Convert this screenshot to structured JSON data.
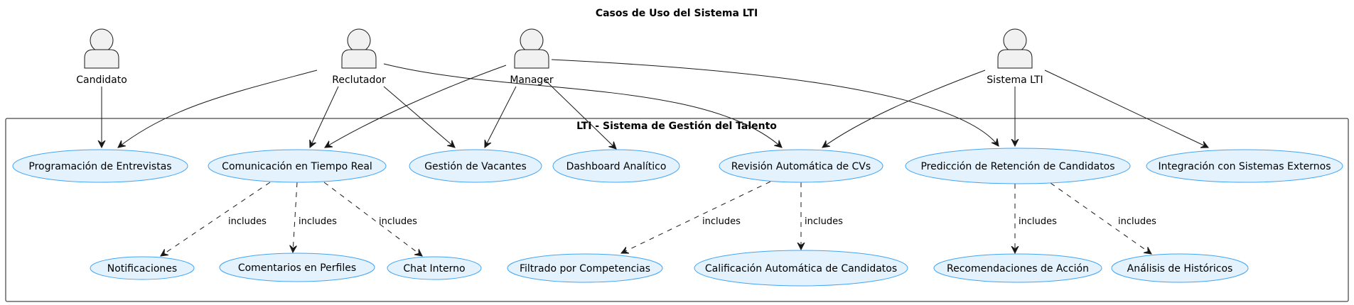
{
  "diagram": {
    "title": "Casos de Uso del Sistema LTI",
    "system_boundary": "LTI - Sistema de Gestión del Talento",
    "include_label": "includes",
    "actors": [
      {
        "id": "candidato",
        "label": "Candidato"
      },
      {
        "id": "reclutador",
        "label": "Reclutador"
      },
      {
        "id": "manager",
        "label": "Manager"
      },
      {
        "id": "sistema",
        "label": "Sistema LTI"
      }
    ],
    "use_cases": [
      {
        "id": "entrevistas",
        "label": "Programación de Entrevistas"
      },
      {
        "id": "comunicacion",
        "label": "Comunicación en Tiempo Real"
      },
      {
        "id": "vacantes",
        "label": "Gestión de Vacantes"
      },
      {
        "id": "dashboard",
        "label": "Dashboard Analítico"
      },
      {
        "id": "revision",
        "label": "Revisión Automática de CVs"
      },
      {
        "id": "prediccion",
        "label": "Predicción de Retención de Candidatos"
      },
      {
        "id": "integracion",
        "label": "Integración con Sistemas Externos"
      },
      {
        "id": "notificaciones",
        "label": "Notificaciones"
      },
      {
        "id": "comentarios",
        "label": "Comentarios en Perfiles"
      },
      {
        "id": "chat",
        "label": "Chat Interno"
      },
      {
        "id": "filtrado",
        "label": "Filtrado por Competencias"
      },
      {
        "id": "calificacion",
        "label": "Calificación Automática de Candidatos"
      },
      {
        "id": "recomendaciones",
        "label": "Recomendaciones de Acción"
      },
      {
        "id": "historicos",
        "label": "Análisis de Históricos"
      }
    ],
    "associations": [
      {
        "from": "candidato",
        "to": "entrevistas"
      },
      {
        "from": "reclutador",
        "to": "entrevistas"
      },
      {
        "from": "reclutador",
        "to": "comunicacion"
      },
      {
        "from": "reclutador",
        "to": "vacantes"
      },
      {
        "from": "reclutador",
        "to": "revision"
      },
      {
        "from": "manager",
        "to": "comunicacion"
      },
      {
        "from": "manager",
        "to": "vacantes"
      },
      {
        "from": "manager",
        "to": "dashboard"
      },
      {
        "from": "manager",
        "to": "prediccion"
      },
      {
        "from": "sistema",
        "to": "revision"
      },
      {
        "from": "sistema",
        "to": "prediccion"
      },
      {
        "from": "sistema",
        "to": "integracion"
      }
    ],
    "includes": [
      {
        "from": "comunicacion",
        "to": "notificaciones"
      },
      {
        "from": "comunicacion",
        "to": "comentarios"
      },
      {
        "from": "comunicacion",
        "to": "chat"
      },
      {
        "from": "revision",
        "to": "filtrado"
      },
      {
        "from": "revision",
        "to": "calificacion"
      },
      {
        "from": "prediccion",
        "to": "recomendaciones"
      },
      {
        "from": "prediccion",
        "to": "historicos"
      }
    ]
  }
}
